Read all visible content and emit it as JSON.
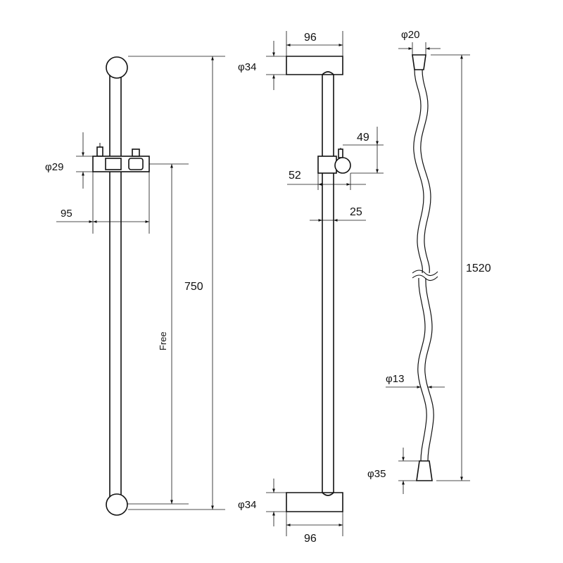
{
  "diagram": {
    "front_view": {
      "clamp_diameter": "φ29",
      "clamp_width": "95",
      "total_length": "750",
      "free_range": "Free"
    },
    "side_view": {
      "top_bracket_width": "96",
      "top_bracket_diameter": "φ34",
      "knob_offset": "49",
      "slider_depth": "52",
      "bar_diameter": "25",
      "bottom_bracket_diameter": "φ34",
      "bottom_bracket_width": "96"
    },
    "hose": {
      "top_nut_diameter": "φ20",
      "length": "1520",
      "hose_diameter": "φ13",
      "bottom_nut_diameter": "φ35"
    }
  }
}
